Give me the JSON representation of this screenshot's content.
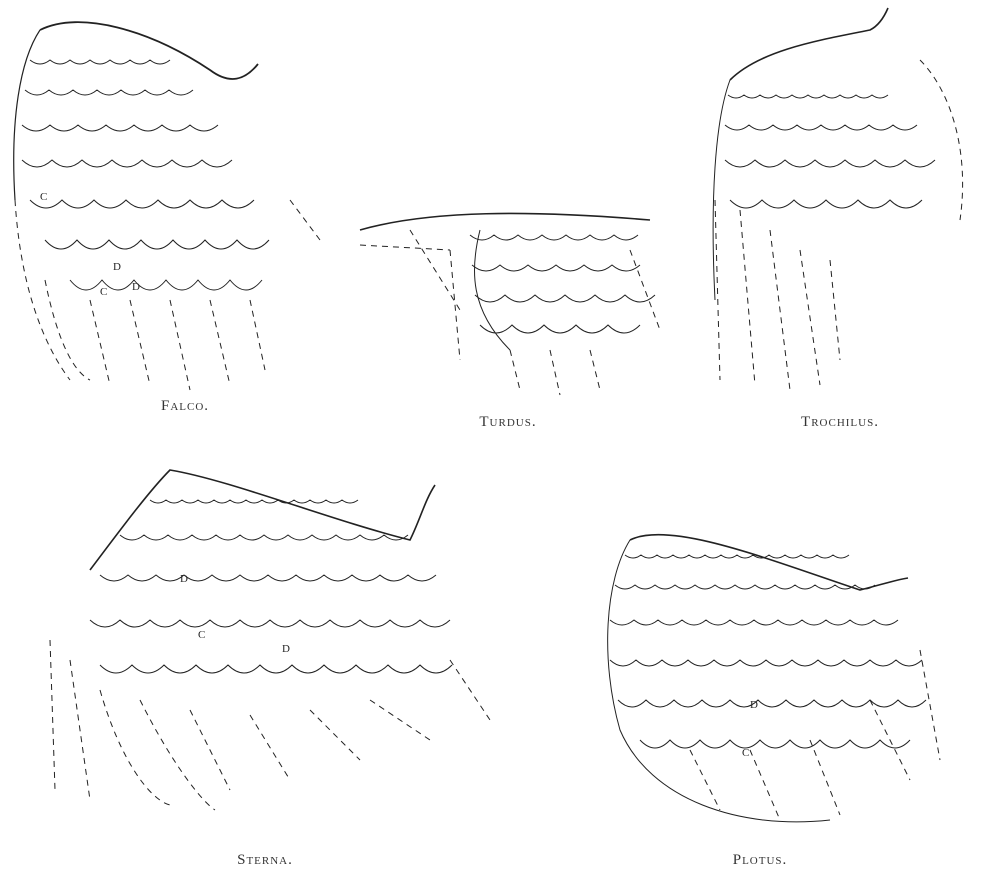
{
  "figures": [
    {
      "id": "falco",
      "caption": "Falco."
    },
    {
      "id": "turdus",
      "caption": "Turdus."
    },
    {
      "id": "trochilus",
      "caption": "Trochilus."
    },
    {
      "id": "sterna",
      "caption": "Sterna."
    },
    {
      "id": "plotus",
      "caption": "Plotus."
    }
  ],
  "labels": {
    "falco": [
      "C",
      "D",
      "C",
      "D"
    ],
    "sterna": [
      "D",
      "C",
      "D"
    ],
    "plotus": [
      "D",
      "C"
    ]
  }
}
